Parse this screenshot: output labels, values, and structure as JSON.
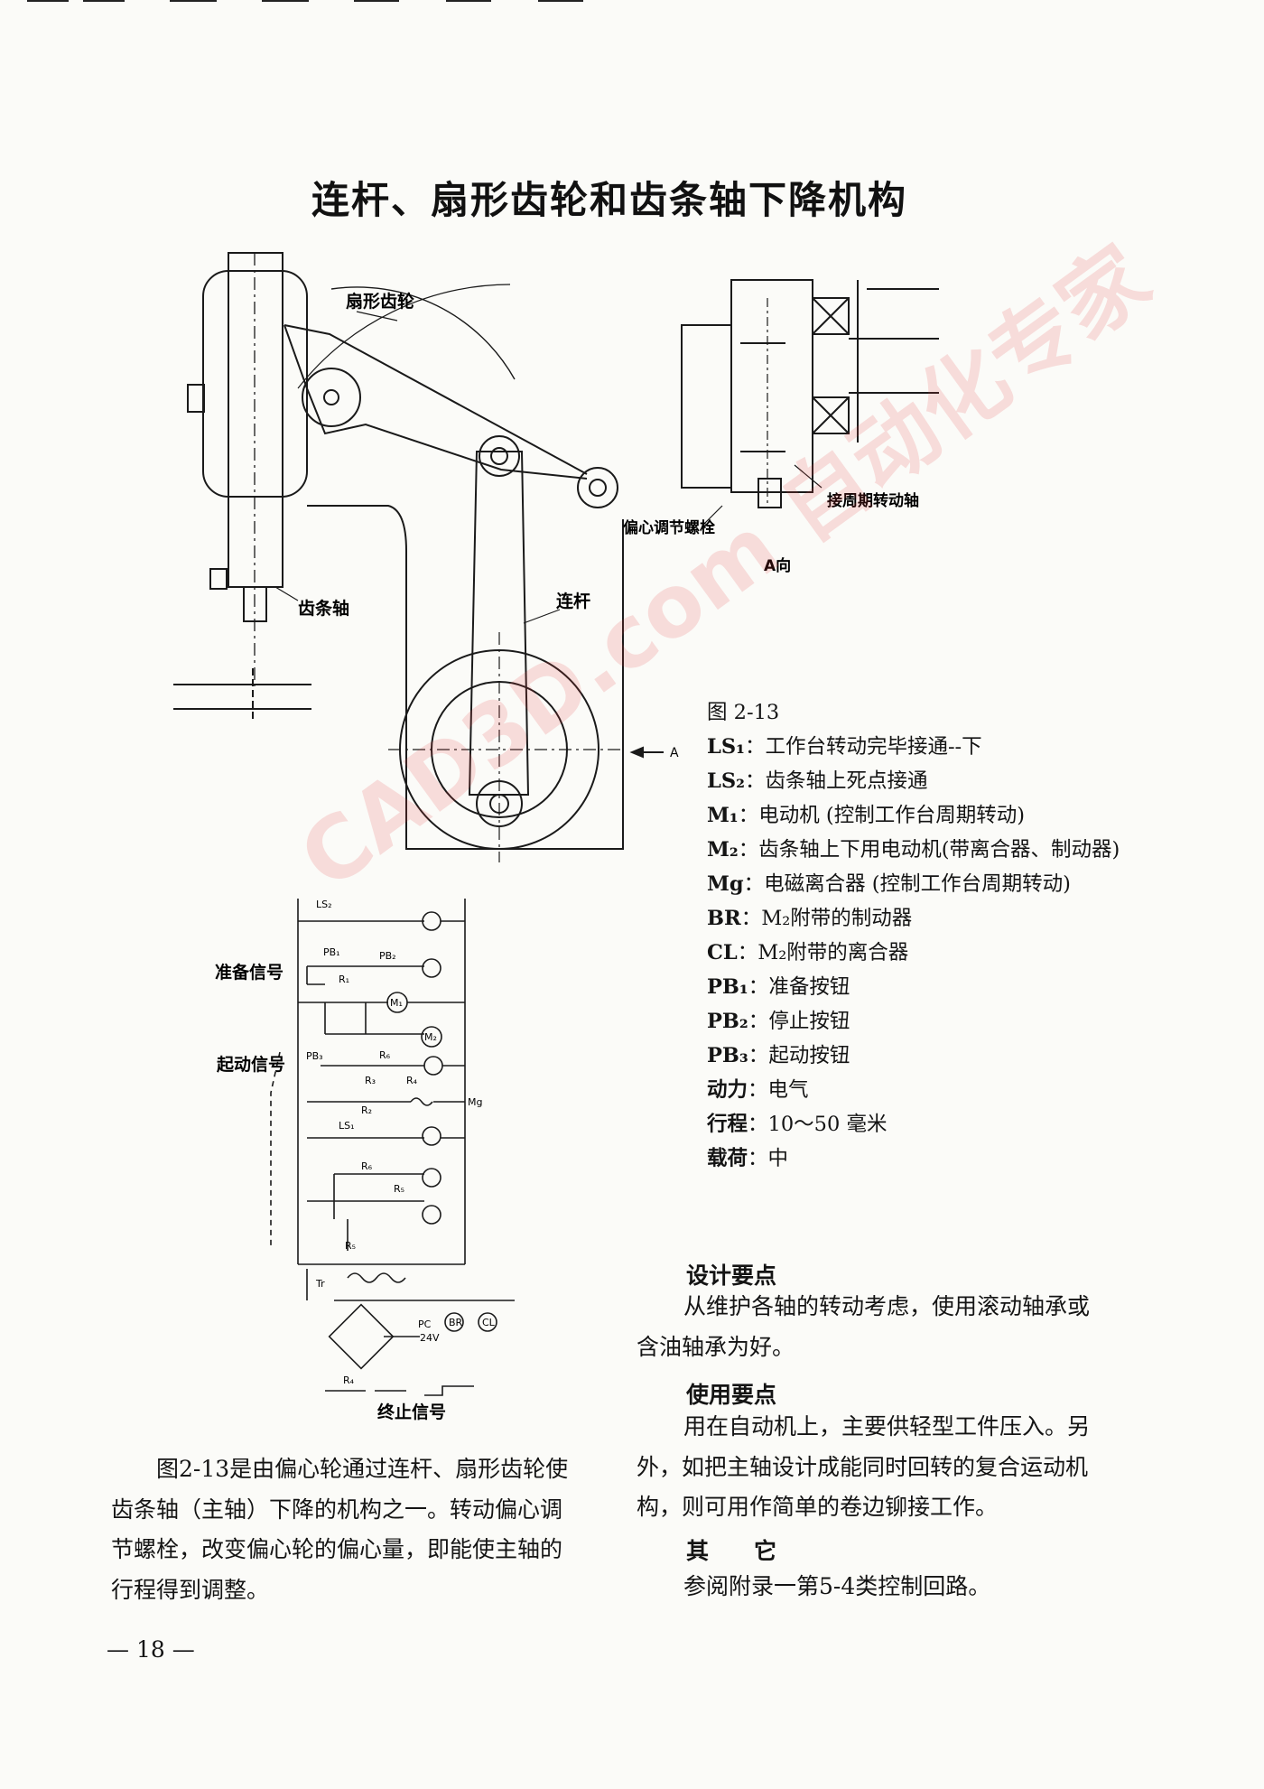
{
  "page": {
    "title": "连杆、扇形齿轮和齿条轴下降机构",
    "page_number": "— 18 —",
    "watermark": "CAD3D.com 自动化专家"
  },
  "figure": {
    "labels": {
      "sector_gear": "扇形齿轮",
      "rack_shaft": "齿条轴",
      "connecting_rod": "连杆",
      "eccentric_bolt": "偏心调节螺栓",
      "periodic_shaft": "接周期转动轴",
      "view_a": "A向",
      "arrow_a": "A"
    },
    "circuit": {
      "ready_signal": "准备信号",
      "start_signal": "起动信号",
      "end_signal": "终止信号",
      "ls2": "LS₂",
      "ls1": "LS₁",
      "pb1": "PB₁",
      "pb2": "PB₂",
      "pb3": "PB₃",
      "r1": "R₁",
      "r2": "R₂",
      "r3": "R₃",
      "r4": "R₄",
      "r5": "R₅",
      "r6": "R₆",
      "m1": "M₁",
      "m2": "M₂",
      "mg": "Mg",
      "tr": "Tr",
      "pc": "PC",
      "v24": "24V",
      "br": "BR",
      "cl": "CL"
    }
  },
  "legend": {
    "figure_number": "图 2-13",
    "items": [
      {
        "key": "LS₁",
        "text": "工作台转动完毕接通--下"
      },
      {
        "key": "LS₂",
        "text": "齿条轴上死点接通"
      },
      {
        "key": "M₁",
        "text": "电动机 (控制工作台周期转动)"
      },
      {
        "key": "M₂",
        "text": "齿条轴上下用电动机(带离合器、制动器)"
      },
      {
        "key": "Mg",
        "text": "电磁离合器 (控制工作台周期转动)"
      },
      {
        "key": "BR",
        "text": "M₂附带的制动器"
      },
      {
        "key": "CL",
        "text": "M₂附带的离合器"
      },
      {
        "key": "PB₁",
        "text": "准备按钮"
      },
      {
        "key": "PB₂",
        "text": "停止按钮"
      },
      {
        "key": "PB₃",
        "text": "起动按钮"
      },
      {
        "key": "动力",
        "text": "电气"
      },
      {
        "key": "行程",
        "text": "10～50 毫米"
      },
      {
        "key": "载荷",
        "text": "中"
      }
    ]
  },
  "body": {
    "left_paragraph": [
      "图2-13是由偏心轮通过连杆、扇形齿轮使",
      "齿条轴（主轴）下降的机构之一。转动偏心调",
      "节螺栓，改变偏心轮的偏心量，即能使主轴的",
      "行程得到调整。"
    ],
    "design_heading": "设计要点",
    "design_text": [
      "从维护各轴的转动考虑，使用滚动轴承或",
      "含油轴承为好。"
    ],
    "usage_heading": "使用要点",
    "usage_text": [
      "用在自动机上，主要供轻型工件压入。另",
      "外，如把主轴设计成能同时回转的复合运动机",
      "构，则可用作简单的卷边铆接工作。"
    ],
    "other_heading": "其　　它",
    "other_text": "参阅附录一第5-4类控制回路。"
  }
}
